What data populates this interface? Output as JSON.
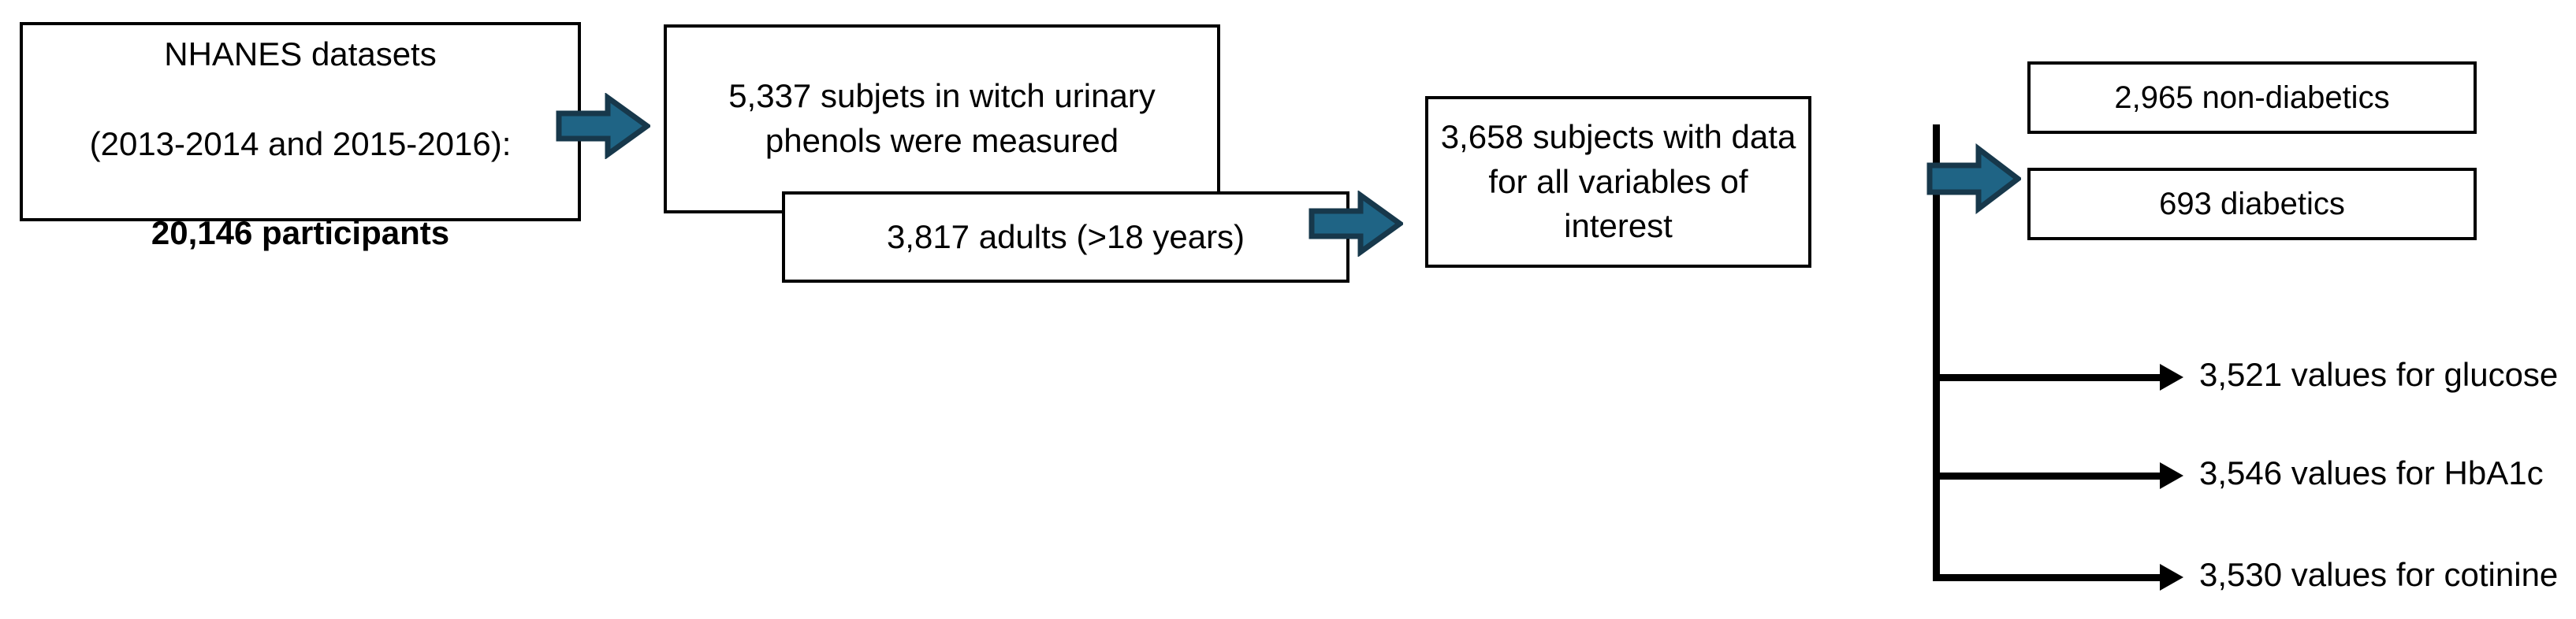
{
  "diagram": {
    "title": "Study population selection flowchart",
    "colors": {
      "arrow_fill": "#1F6485",
      "arrow_stroke": "#17384B",
      "box_border": "#000000",
      "box_fill": "#FFFFFF",
      "text": "#000000"
    },
    "nodes": [
      {
        "id": "nhanes",
        "line1": "NHANES datasets",
        "line2": "(2013-2014 and 2015-2016):",
        "line3_bold": "20,146 participants"
      },
      {
        "id": "phenols",
        "text": "5,337 subjets in witch urinary phenols were measured"
      },
      {
        "id": "adults",
        "text": "3,817 adults (>18 years)"
      },
      {
        "id": "allvars",
        "text": "3,658 subjects with data for all variables of interest"
      },
      {
        "id": "non-diabetics",
        "text": "2,965 non-diabetics"
      },
      {
        "id": "diabetics",
        "text": "693 diabetics"
      }
    ],
    "branches": [
      {
        "id": "glucose",
        "label": "3,521 values for glucose"
      },
      {
        "id": "hba1c",
        "label": "3,546 values for HbA1c"
      },
      {
        "id": "cotinine",
        "label": "3,530 values for cotinine"
      }
    ],
    "arrows": [
      {
        "id": "arrow-nhanes-to-phenols",
        "kind": "block-arrow-right"
      },
      {
        "id": "arrow-adults-to-allvars",
        "kind": "block-arrow-right"
      },
      {
        "id": "arrow-allvars-to-split",
        "kind": "block-arrow-right"
      }
    ]
  }
}
